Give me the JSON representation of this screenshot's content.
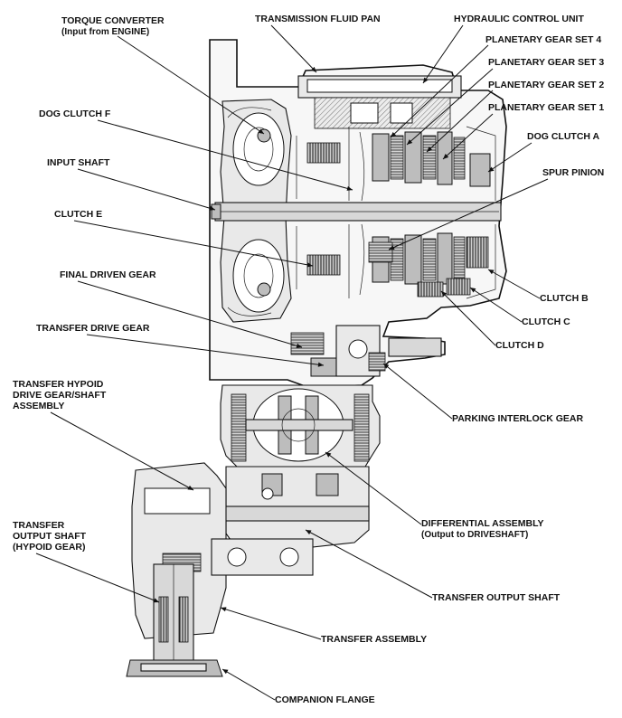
{
  "labels": {
    "torque_converter_1": "TORQUE CONVERTER",
    "torque_converter_2": "(Input from ENGINE)",
    "transmission_fluid_pan": "TRANSMISSION FLUID PAN",
    "hydraulic_control_unit": "HYDRAULIC CONTROL UNIT",
    "planetary_gear_set_4": "PLANETARY GEAR SET 4",
    "planetary_gear_set_3": "PLANETARY GEAR SET 3",
    "planetary_gear_set_2": "PLANETARY GEAR SET 2",
    "planetary_gear_set_1": "PLANETARY GEAR SET 1",
    "dog_clutch_f": "DOG CLUTCH F",
    "dog_clutch_a": "DOG CLUTCH A",
    "input_shaft": "INPUT SHAFT",
    "spur_pinion": "SPUR PINION",
    "clutch_e": "CLUTCH E",
    "final_driven_gear": "FINAL DRIVEN GEAR",
    "clutch_b": "CLUTCH B",
    "clutch_c": "CLUTCH C",
    "transfer_drive_gear": "TRANSFER DRIVE GEAR",
    "clutch_d": "CLUTCH D",
    "transfer_hypoid_1": "TRANSFER HYPOID",
    "transfer_hypoid_2": "DRIVE GEAR/SHAFT",
    "transfer_hypoid_3": "ASSEMBLY",
    "parking_interlock_gear": "PARKING INTERLOCK GEAR",
    "transfer_output_hypoid_1": "TRANSFER",
    "transfer_output_hypoid_2": "OUTPUT SHAFT",
    "transfer_output_hypoid_3": "(HYPOID GEAR)",
    "differential_assembly_1": "DIFFERENTIAL ASSEMBLY",
    "differential_assembly_2": "(Output to DRIVESHAFT)",
    "transfer_output_shaft": "TRANSFER OUTPUT SHAFT",
    "transfer_assembly": "TRANSFER ASSEMBLY",
    "companion_flange": "COMPANION FLANGE"
  }
}
